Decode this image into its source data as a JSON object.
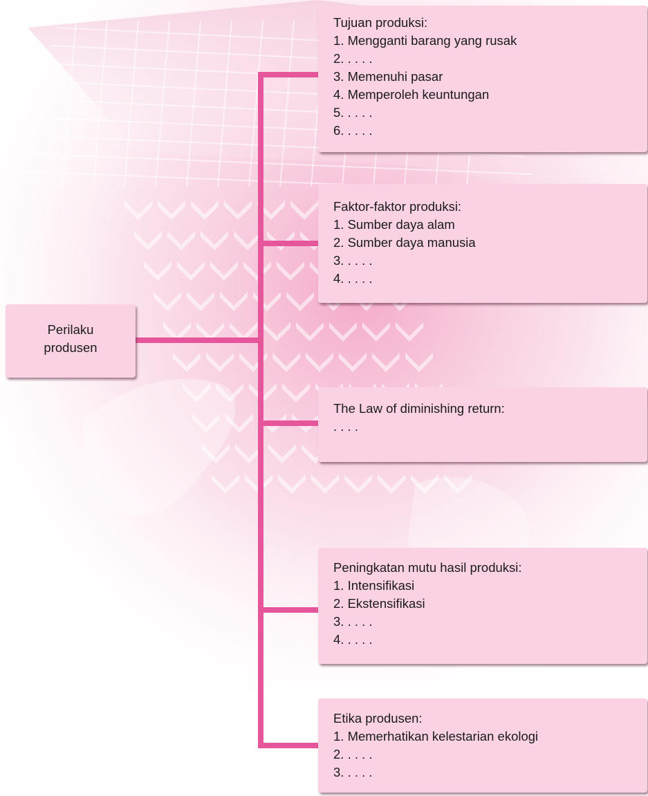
{
  "colors": {
    "connector": "#e5579a",
    "box_fill": "#fad2e4",
    "background_tint": "#f3b4cf"
  },
  "root": {
    "lines": [
      "Perilaku",
      "produsen"
    ]
  },
  "branches": [
    {
      "title": "Tujuan produksi:",
      "items": [
        "1. Mengganti barang yang rusak",
        "2. . . . .",
        "3. Memenuhi pasar",
        "4. Memperoleh keuntungan",
        "5. . . . .",
        "6. . . . ."
      ]
    },
    {
      "title": "Faktor-faktor produksi:",
      "items": [
        "1. Sumber daya alam",
        "2. Sumber daya manusia",
        "3. . . . .",
        "4. . . . ."
      ]
    },
    {
      "title": "The Law of diminishing return:",
      "items": [
        ". . . ."
      ]
    },
    {
      "title": "Peningkatan mutu hasil produksi:",
      "items": [
        "1. Intensifikasi",
        "2. Ekstensifikasi",
        "3. . . . .",
        "4. . . . ."
      ]
    },
    {
      "title": "Etika produsen:",
      "items": [
        "1. Memerhatikan kelestarian ekologi",
        "2. . . . .",
        "3. . . . ."
      ]
    }
  ]
}
